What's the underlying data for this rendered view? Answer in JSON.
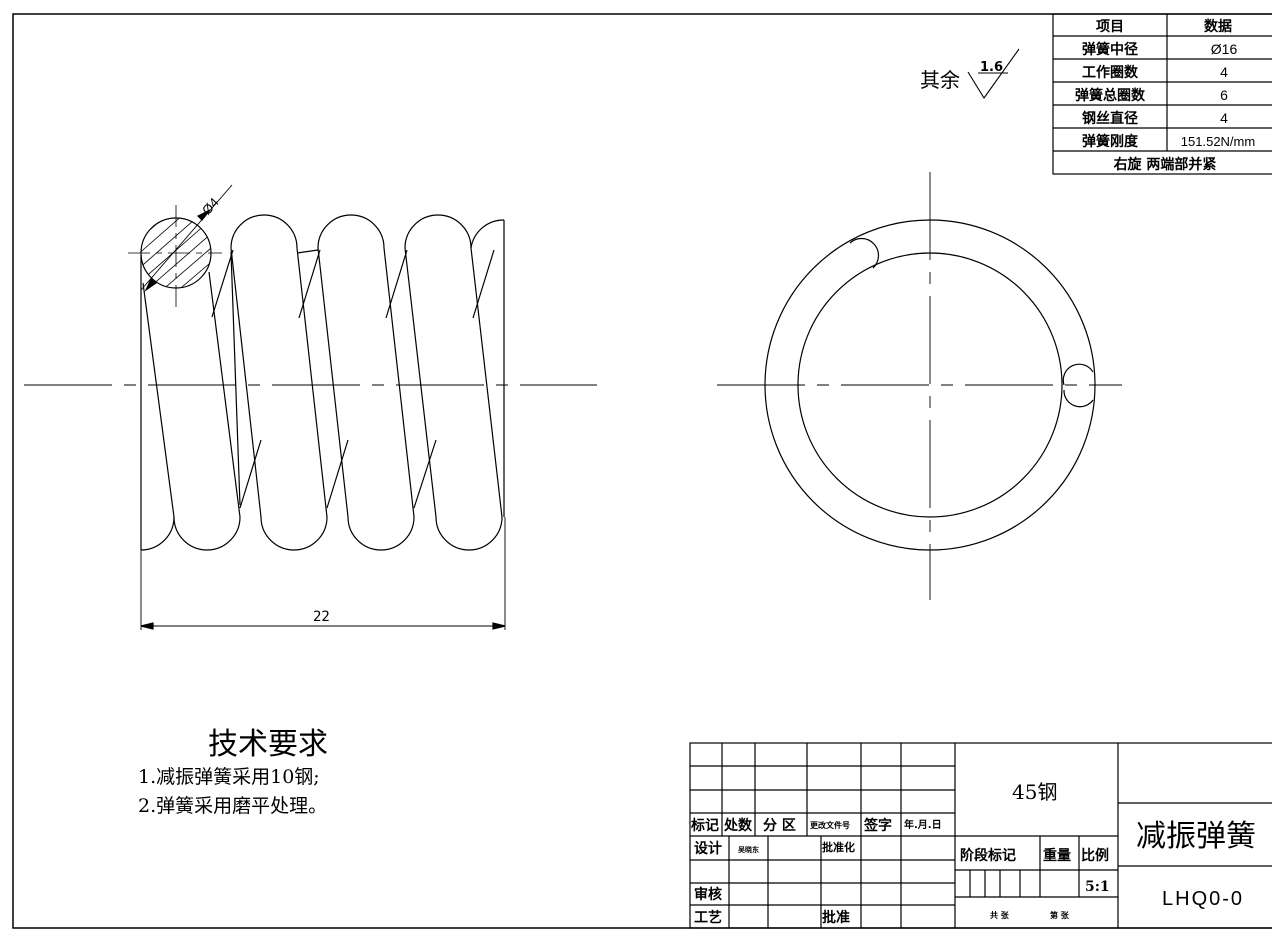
{
  "finish_note": {
    "prefix": "其余",
    "roughness": "1.6"
  },
  "param_table": {
    "headers": [
      "项目",
      "数据"
    ],
    "rows": [
      {
        "item": "弹簧中径",
        "value": "Ø16"
      },
      {
        "item": "工作圈数",
        "value": "4"
      },
      {
        "item": "弹簧总圈数",
        "value": "6"
      },
      {
        "item": "钢丝直径",
        "value": "4"
      },
      {
        "item": "弹簧刚度",
        "value": "151.52N/mm"
      }
    ],
    "footer": "右旋  两端部并紧"
  },
  "dimensions": {
    "wire_diameter": "Ø4",
    "length": "22"
  },
  "tech_requirements": {
    "title": "技术要求",
    "items": [
      "1.减振弹簧采用10钢;",
      "2.弹簧采用磨平处理。"
    ]
  },
  "title_block": {
    "rev_headers": {
      "mark": "标记",
      "count": "处数",
      "zone": "分 区",
      "doc": "更改文件号",
      "sign": "签字",
      "date": "年.月.日"
    },
    "design_label": "设计",
    "designer": "吴晓东",
    "standard_label": "批准化",
    "review_label": "审核",
    "process_label": "工艺",
    "approve_label": "批准",
    "material": "45钢",
    "stage_label": "阶段标记",
    "weight_label": "重量",
    "scale_label": "比例",
    "scale_value": "5:1",
    "sheets_total": "共 张",
    "sheet_no": "第 张",
    "part_name": "减振弹簧",
    "drawing_no": "LHQ0-0"
  }
}
